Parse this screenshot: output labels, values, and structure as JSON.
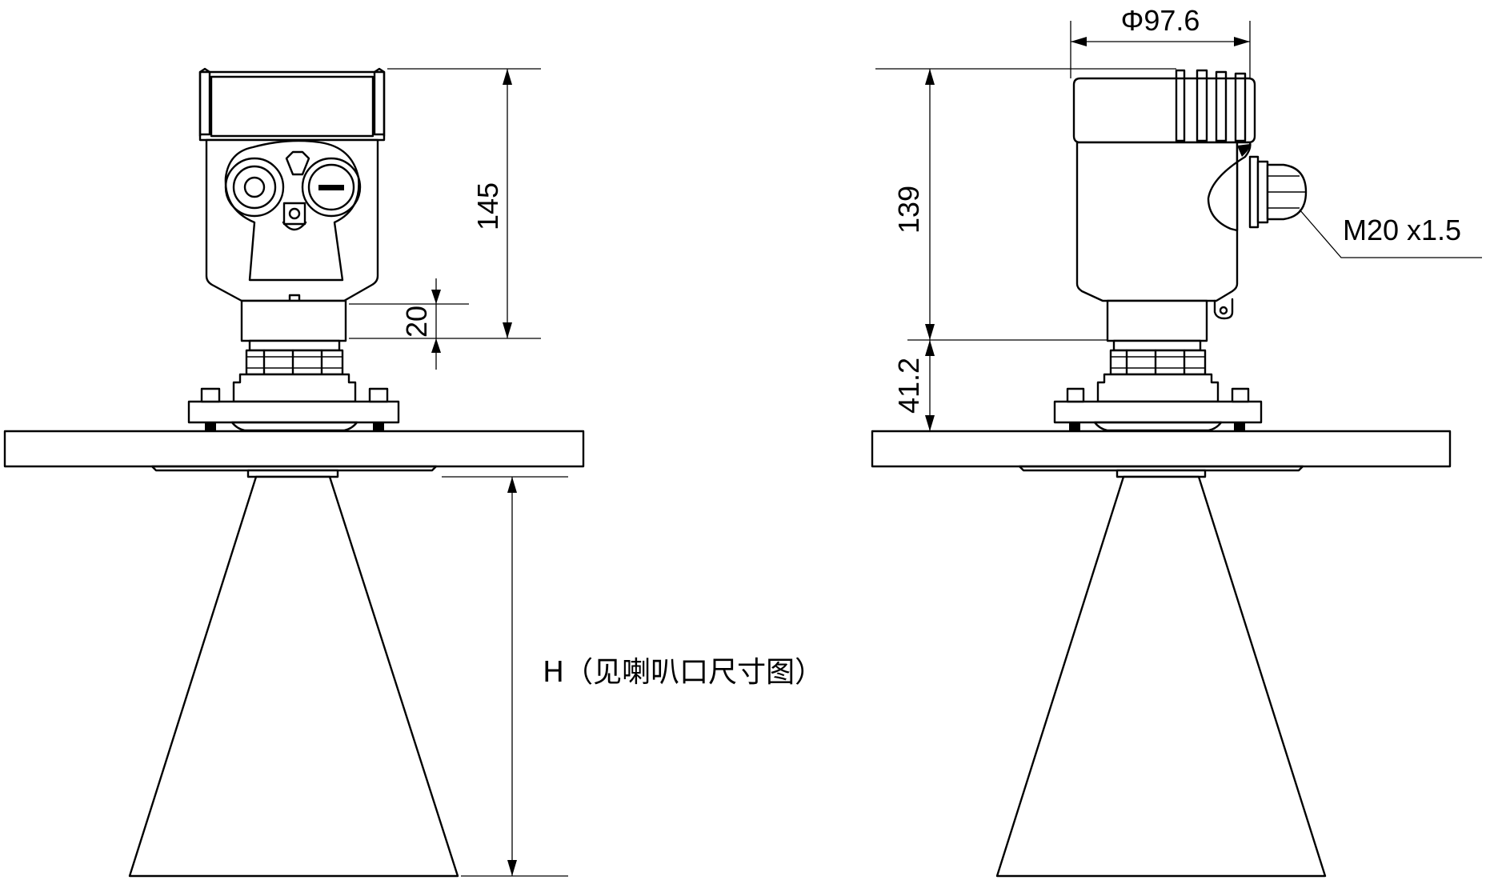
{
  "dimensions": {
    "diameter": "Φ97.6",
    "housing_height_front": "145",
    "neck_height": "20",
    "housing_height_side": "139",
    "adapter_height": "41.2",
    "thread": "M20 x1.5",
    "horn_height": "H（见喇叭口尺寸图）"
  }
}
